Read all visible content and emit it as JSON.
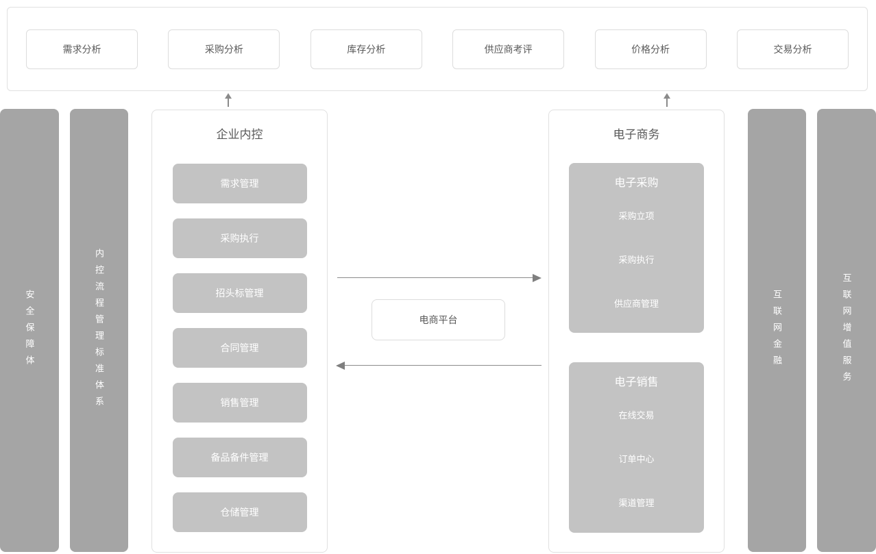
{
  "colors": {
    "pillar_bg": "#a5a5a5",
    "module_bg": "#c3c3c3",
    "panel_border": "#e0e0e0",
    "box_border": "#dcdcdc",
    "text_dark": "#595959",
    "text_light": "#ffffff",
    "arrow": "#8a8a8a"
  },
  "top_panel": {
    "items": [
      {
        "label": "需求分析"
      },
      {
        "label": "采购分析"
      },
      {
        "label": "库存分析"
      },
      {
        "label": "供应商考评"
      },
      {
        "label": "价格分析"
      },
      {
        "label": "交易分析"
      }
    ]
  },
  "side_bars": {
    "left": [
      {
        "label": "安全保障体"
      },
      {
        "label": "内控流程管理标准体系"
      }
    ],
    "right": [
      {
        "label": "互联网金融"
      },
      {
        "label": "互联网增值服务"
      }
    ]
  },
  "internal_control": {
    "title": "企业内控",
    "items": [
      {
        "label": "需求管理"
      },
      {
        "label": "采购执行"
      },
      {
        "label": "招头标管理"
      },
      {
        "label": "合同管理"
      },
      {
        "label": "销售管理"
      },
      {
        "label": "备品备件管理"
      },
      {
        "label": "仓储管理"
      }
    ]
  },
  "platform": {
    "label": "电商平台"
  },
  "ecommerce": {
    "title": "电子商务",
    "groups": [
      {
        "title": "电子采购",
        "items": [
          {
            "label": "采购立项"
          },
          {
            "label": "采购执行"
          },
          {
            "label": "供应商管理"
          }
        ]
      },
      {
        "title": "电子销售",
        "items": [
          {
            "label": "在线交易"
          },
          {
            "label": "订单中心"
          },
          {
            "label": "渠道管理"
          }
        ]
      }
    ]
  },
  "icons": {
    "up_arrow_left": "arrow-up",
    "up_arrow_right": "arrow-up",
    "flow_right": "arrow-right",
    "flow_left": "arrow-left"
  }
}
